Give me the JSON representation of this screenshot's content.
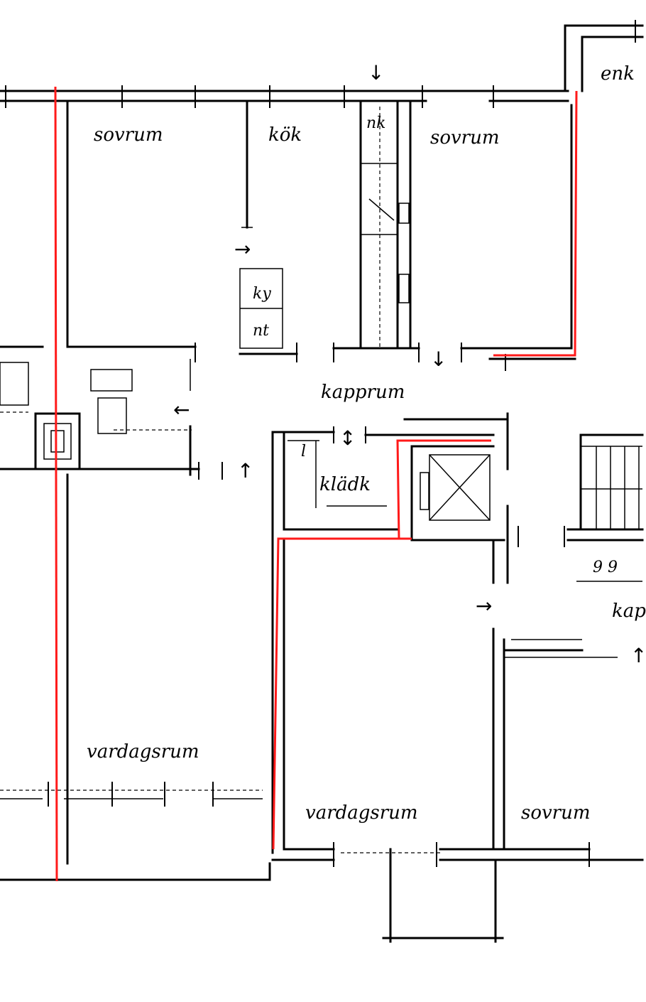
{
  "rooms": {
    "top_left_sovrum": "sovrum",
    "kok": "kök",
    "nk": "nk",
    "top_mid_sovrum": "sovrum",
    "top_right_partial": "enk",
    "ky": "ky",
    "nt": "nt",
    "kapprum": "kapprum",
    "kladk": "klädk",
    "kladk_prefix": "l",
    "left_vardagsrum": "vardagsrum",
    "mid_vardagsrum": "vardagsrum",
    "bottom_right_sovrum": "sovrum",
    "right_kap_partial": "kap",
    "stair_marks": "9 9"
  },
  "arrows": {
    "top_door": "↓",
    "kok_door": "→",
    "hall_door_down": "↓",
    "left_hall": "←",
    "hall_up": "↑",
    "kapprum_updown": "↕",
    "right_door": "→",
    "right_up": "↑"
  },
  "colors": {
    "walls": "#000000",
    "highlight": "#ff1a1a",
    "background": "#ffffff"
  }
}
